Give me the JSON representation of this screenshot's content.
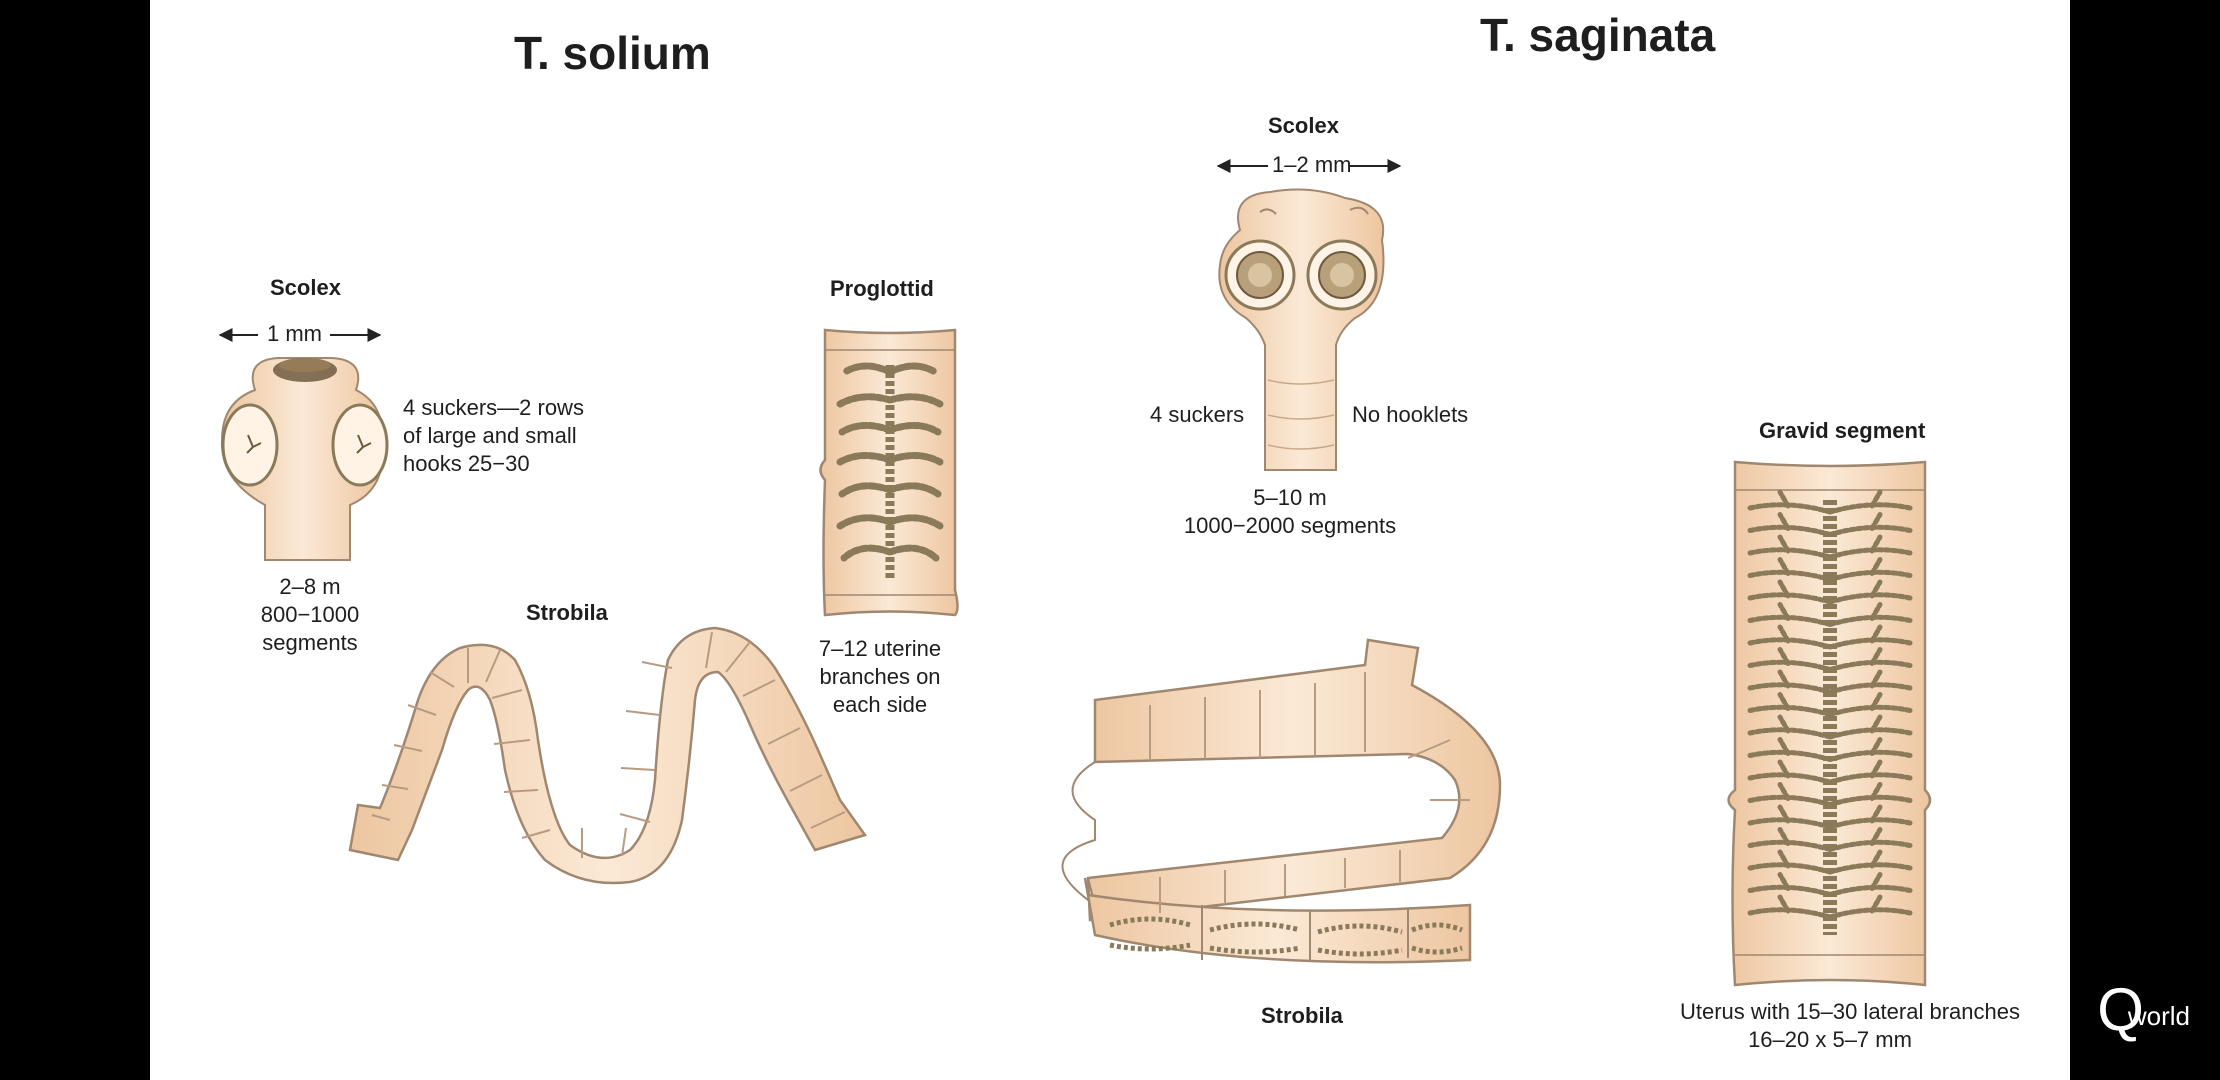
{
  "solium": {
    "title": "T. solium",
    "scolex_label": "Scolex",
    "scolex_width": "1 mm",
    "suckers_note": [
      "4 suckers—2 rows",
      "of large and small",
      "hooks 25−30"
    ],
    "length_note": [
      "2–8 m",
      "800−1000",
      "segments"
    ],
    "strobila_label": "Strobila",
    "proglottid_label": "Proglottid",
    "uterine_note": [
      "7–12 uterine",
      "branches on",
      "each side"
    ]
  },
  "saginata": {
    "title": "T. saginata",
    "scolex_label": "Scolex",
    "scolex_width": "1–2 mm",
    "suckers_label": "4 suckers",
    "hooklets_label": "No hooklets",
    "length_note": [
      "5–10 m",
      "1000−2000 segments"
    ],
    "strobila_label": "Strobila",
    "gravid_label": "Gravid segment",
    "uterus_note": [
      "Uterus with 15–30 lateral branches",
      "16–20 x 5–7 mm"
    ]
  },
  "colors": {
    "tissue": "#f6d9bd",
    "outline": "#a08770",
    "pit": "#8a7a5a"
  },
  "watermark": {
    "logo_letter": "Q",
    "word": "world"
  }
}
